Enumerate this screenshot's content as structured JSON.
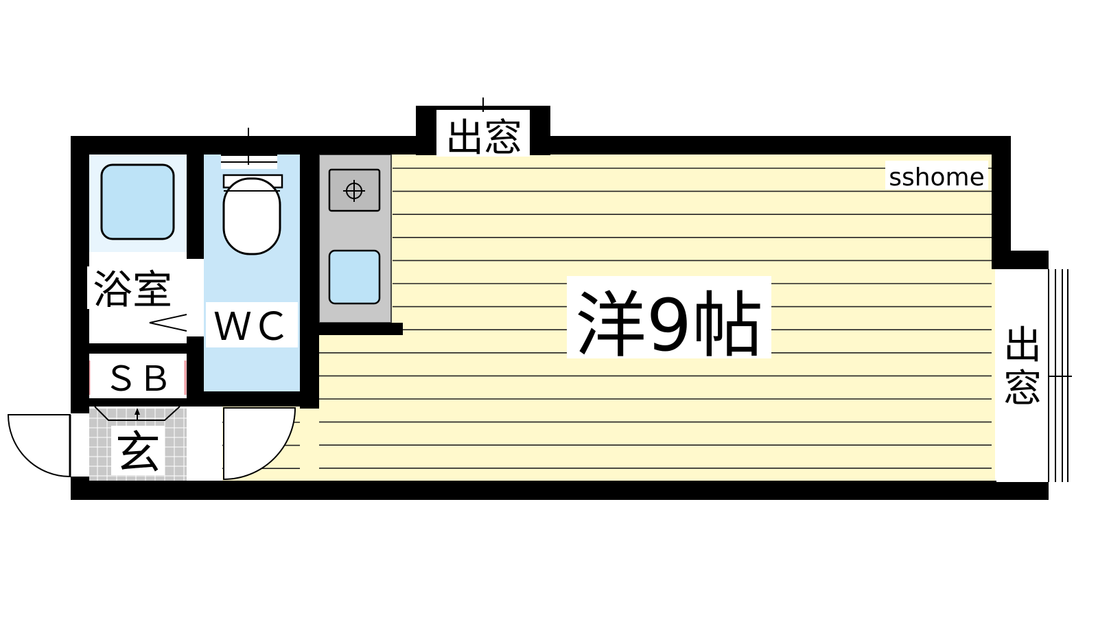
{
  "floor_plan": {
    "rooms": {
      "bathroom": "浴室",
      "toilet": "ＷＣ",
      "shoe_box": "ＳＢ",
      "entrance": "玄",
      "main_room": "洋9帖"
    },
    "bay_window_top": "出窓",
    "bay_window_right_line1": "出",
    "bay_window_right_line2": "窓",
    "watermark": "sshome"
  },
  "colors": {
    "wall": "#000000",
    "floor": "#fff9cc",
    "floor_line": "#222222",
    "wet_area": "#c8e6f8",
    "fixture_fill": "#bde3f7",
    "kitchen": "#c8c8c8",
    "entrance_tile": "#c8c8c8"
  }
}
